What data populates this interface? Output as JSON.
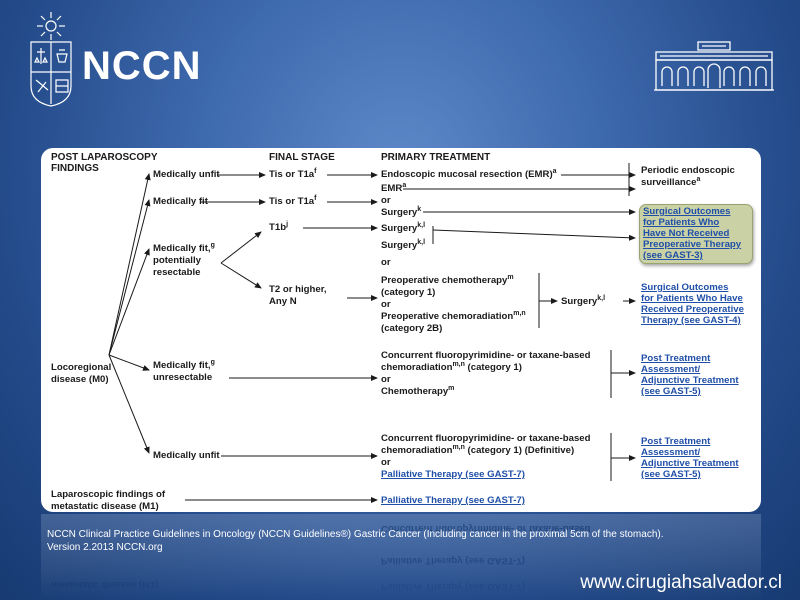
{
  "header": {
    "logo_text": "NCCN",
    "emblem_icon": "university-emblem-icon",
    "building_icon": "building-facade-icon"
  },
  "flowchart": {
    "col_headers": {
      "findings_line1": "POST LAPAROSCOPY",
      "findings_line2": "FINDINGS",
      "final_stage": "FINAL STAGE",
      "primary_treatment": "PRIMARY TREATMENT"
    },
    "nodes": {
      "locoregional_1": "Locoregional",
      "locoregional_2": "disease (M0)",
      "metastatic_1": "Laparoscopic findings of",
      "metastatic_2": "metastatic disease (M1)",
      "unfit_top": "Medically unfit",
      "fit_top": "Medically fit",
      "fit_resect_1": "Medically fit,",
      "fit_resect_sup": "g",
      "fit_resect_2": "potentially",
      "fit_resect_3": "resectable",
      "fit_unresect_1": "Medically fit,",
      "fit_unresect_sup": "g",
      "fit_unresect_2": "unresectable",
      "unfit_bottom": "Medically unfit"
    },
    "stages": {
      "tis1": "Tis or T1a",
      "tis1_sup": "f",
      "tis2": "Tis or T1a",
      "tis2_sup": "f",
      "t1b": "T1b",
      "t1b_sup": "j",
      "t2_1": "T2 or higher,",
      "t2_2": "Any N"
    },
    "treatments": {
      "emr_full": "Endoscopic mucosal resection (EMR)",
      "emr_full_sup": "a",
      "emr": "EMR",
      "emr_sup": "a",
      "or1": "or",
      "surgery_k": "Surgery",
      "surgery_k_sup": "k",
      "surgery_kl_1": "Surgery",
      "surgery_kl_1_sup": "k,l",
      "surgery_kl_2": "Surgery",
      "surgery_kl_2_sup": "k,l",
      "or2": "or",
      "preop_chemo_1": "Preoperative chemotherapy",
      "preop_chemo_sup": "m",
      "preop_chemo_2": "(category 1)",
      "or3": "or",
      "preop_rad_1": "Preoperative chemoradiation",
      "preop_rad_sup": "m,n",
      "preop_rad_2": "(category 2B)",
      "surgery_after": "Surgery",
      "surgery_after_sup": "k,l",
      "concurrent_a_1": "Concurrent fluoropyrimidine- or taxane-based",
      "concurrent_a_2": "chemoradiation",
      "concurrent_a_sup": "m,n",
      "concurrent_a_3": " (category 1)",
      "or4": "or",
      "chemo": "Chemotherapy",
      "chemo_sup": "m",
      "concurrent_b_1": "Concurrent fluoropyrimidine- or taxane-based",
      "concurrent_b_2": "chemoradiation",
      "concurrent_b_sup": "m,n",
      "concurrent_b_3": " (category 1) (Definitive)",
      "or5": "or",
      "palliative_1": "Palliative Therapy (see GAST-7)",
      "palliative_2": "Palliative Therapy (see GAST-7)"
    },
    "outcomes": {
      "periodic_1": "Periodic endoscopic",
      "periodic_2": "surveillance",
      "periodic_sup": "a",
      "gast3": [
        "Surgical Outcomes",
        "for Patients Who",
        "Have Not Received",
        "Preoperative Therapy",
        "(see GAST-3)"
      ],
      "gast4": [
        "Surgical Outcomes",
        "for Patients Who Have",
        "Received Preoperative",
        "Therapy (see GAST-4)"
      ],
      "gast5a": [
        "Post Treatment",
        "Assessment/",
        "Adjunctive Treatment",
        "(see GAST-5)"
      ],
      "gast5b": [
        "Post Treatment",
        "Assessment/",
        "Adjunctive Treatment",
        "(see GAST-5)"
      ]
    }
  },
  "footer": {
    "caption_1": "NCCN Clinical Practice Guidelines in Oncology (NCCN Guidelines®) Gastric Cancer (Including cancer in the proximal 5cm of the stomach).",
    "caption_2": "Version 2.2013 NCCN.org",
    "website": "www.cirugiahsalvador.cl"
  }
}
